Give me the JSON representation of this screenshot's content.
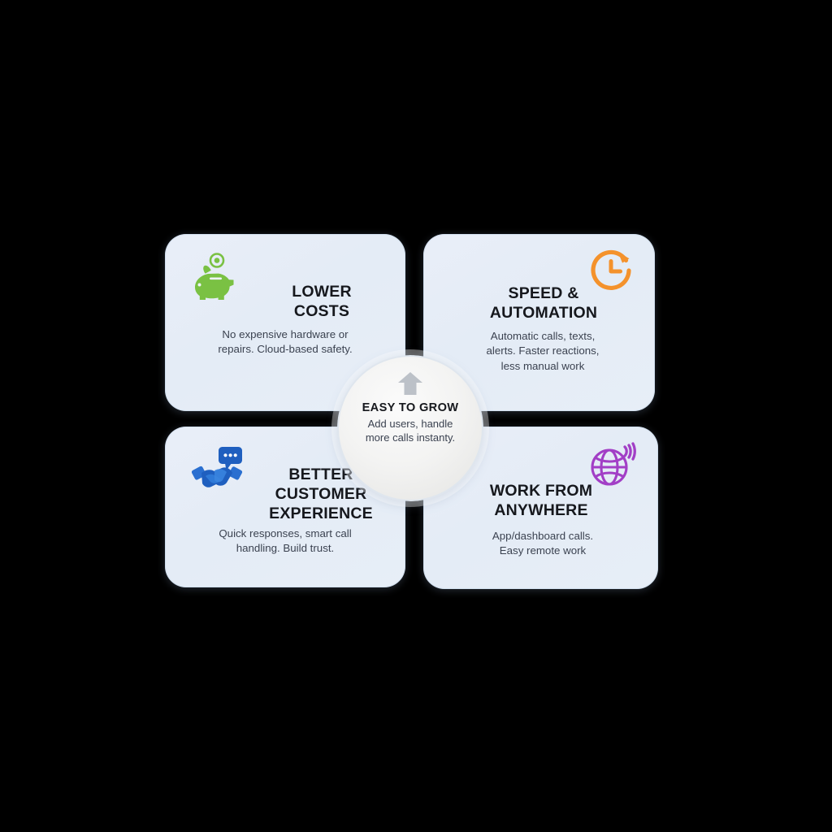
{
  "canvas": {
    "background_color": "#000000",
    "card_background_color": "#e6edf7"
  },
  "center_hub": {
    "title": "EASY TO GROW",
    "description": "Add users, handle\nmore calls instanty.",
    "icon": "up-arrow-icon",
    "icon_color": "#b9bdc4",
    "circle_fill": "#f1f1ef",
    "ring_color": "#dfe6ee"
  },
  "cards": [
    {
      "id": "lower-costs",
      "title": "LOWER\nCOSTS",
      "description": "No expensive hardware or\nrepairs. Cloud-based safety.",
      "icon": "piggy-bank-icon",
      "icon_color": "#7ac143",
      "position": "top-left"
    },
    {
      "id": "speed-automation",
      "title": "SPEED &\nAUTOMATION",
      "description": "Automatic calls, texts,\nalerts. Faster reactions,\nless manual work",
      "icon": "clock-refresh-icon",
      "icon_color": "#f4922c",
      "position": "top-right"
    },
    {
      "id": "better-experience",
      "title": "BETTER\nCUSTOMER\nEXPERIENCE",
      "description": "Quick responses, smart call\nhandling. Build trust.",
      "icon": "handshake-chat-icon",
      "icon_color": "#1f5fbf",
      "position": "bottom-left"
    },
    {
      "id": "work-anywhere",
      "title": "WORK FROM\nANYWHERE",
      "description": "App/dashboard calls.\nEasy remote work",
      "icon": "globe-wifi-icon",
      "icon_color": "#a23fc6",
      "position": "bottom-right"
    }
  ]
}
